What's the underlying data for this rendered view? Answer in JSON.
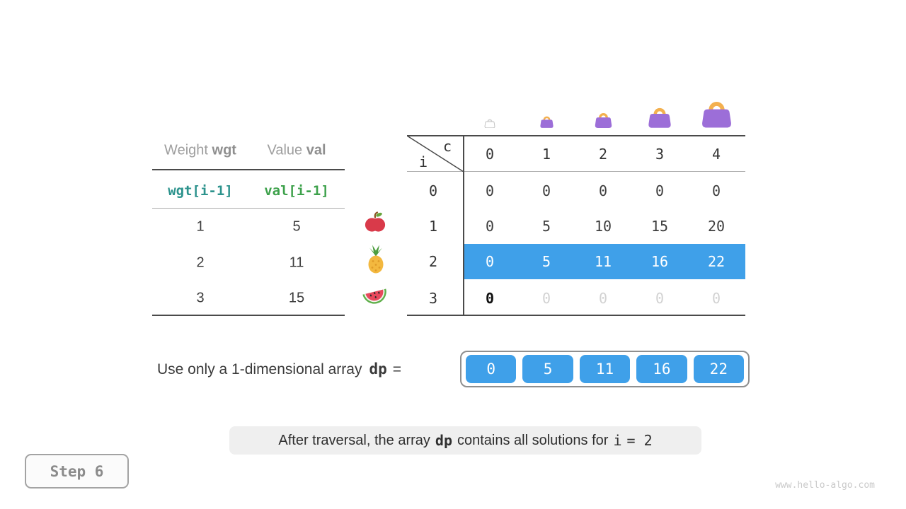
{
  "items_table": {
    "col1_header_normal": "Weight",
    "col1_header_bold": "wgt",
    "col2_header_normal": "Value",
    "col2_header_bold": "val",
    "formula_weight": "wgt[i-1]",
    "formula_value": "val[i-1]",
    "rows": [
      {
        "weight": "1",
        "value": "5",
        "fruit": "apple"
      },
      {
        "weight": "2",
        "value": "11",
        "fruit": "pineapple"
      },
      {
        "weight": "3",
        "value": "15",
        "fruit": "watermelon"
      }
    ]
  },
  "dp_table": {
    "corner": {
      "col_var": "c",
      "row_var": "i"
    },
    "col_headers": [
      "0",
      "1",
      "2",
      "3",
      "4"
    ],
    "bag_icons": [
      "bag-capacity-0",
      "bag-capacity-1",
      "bag-capacity-2",
      "bag-capacity-3",
      "bag-capacity-4"
    ],
    "rows": [
      {
        "label": "0",
        "state": "normal",
        "cells": [
          "0",
          "0",
          "0",
          "0",
          "0"
        ]
      },
      {
        "label": "1",
        "state": "normal",
        "cells": [
          "0",
          "5",
          "10",
          "15",
          "20"
        ]
      },
      {
        "label": "2",
        "state": "highlighted",
        "cells": [
          "0",
          "5",
          "11",
          "16",
          "22"
        ]
      },
      {
        "label": "3",
        "state": "pending",
        "cells": [
          "0",
          "0",
          "0",
          "0",
          "0"
        ]
      }
    ]
  },
  "dp_array": {
    "label_prefix": "Use only a 1-dimensional array",
    "var_name": "dp",
    "equals": "=",
    "values": [
      "0",
      "5",
      "11",
      "16",
      "22"
    ]
  },
  "caption": {
    "part1": "After traversal, the array",
    "var_name": "dp",
    "part2": "contains all solutions for",
    "code_var": "i",
    "equals_value": "= 2"
  },
  "step_label": "Step 6",
  "site_url": "www.hello-algo.com",
  "colors": {
    "highlight_blue": "#3fa0e9",
    "bag_purple": "#9c6ed8",
    "bag_handle_orange": "#f3b04f",
    "formula_teal": "#2d938d",
    "formula_green": "#3da14b",
    "pending_gray": "#d2d2d2"
  }
}
